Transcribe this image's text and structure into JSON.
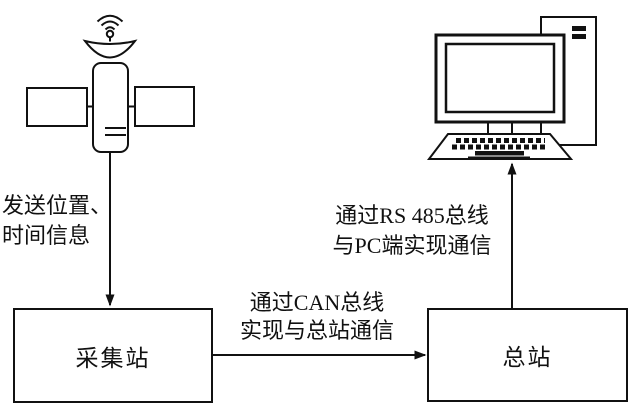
{
  "diagram": {
    "background": "#ffffff",
    "line_color": "#111111",
    "nodes": {
      "collection_station": "采集站",
      "master_station": "总站"
    },
    "labels": {
      "send_info": "发送位置、\n时间信息",
      "can_bus": "通过CAN总线\n实现与总站通信",
      "rs485": "通过RS 485总线\n与PC端实现通信"
    },
    "icons": [
      {
        "name": "satellite-icon"
      },
      {
        "name": "computer-icon"
      }
    ],
    "edges": [
      {
        "from": "satellite",
        "to": "collection_station",
        "label_key": "send_info"
      },
      {
        "from": "collection_station",
        "to": "master_station",
        "label_key": "can_bus"
      },
      {
        "from": "master_station",
        "to": "pc",
        "label_key": "rs485"
      }
    ]
  }
}
